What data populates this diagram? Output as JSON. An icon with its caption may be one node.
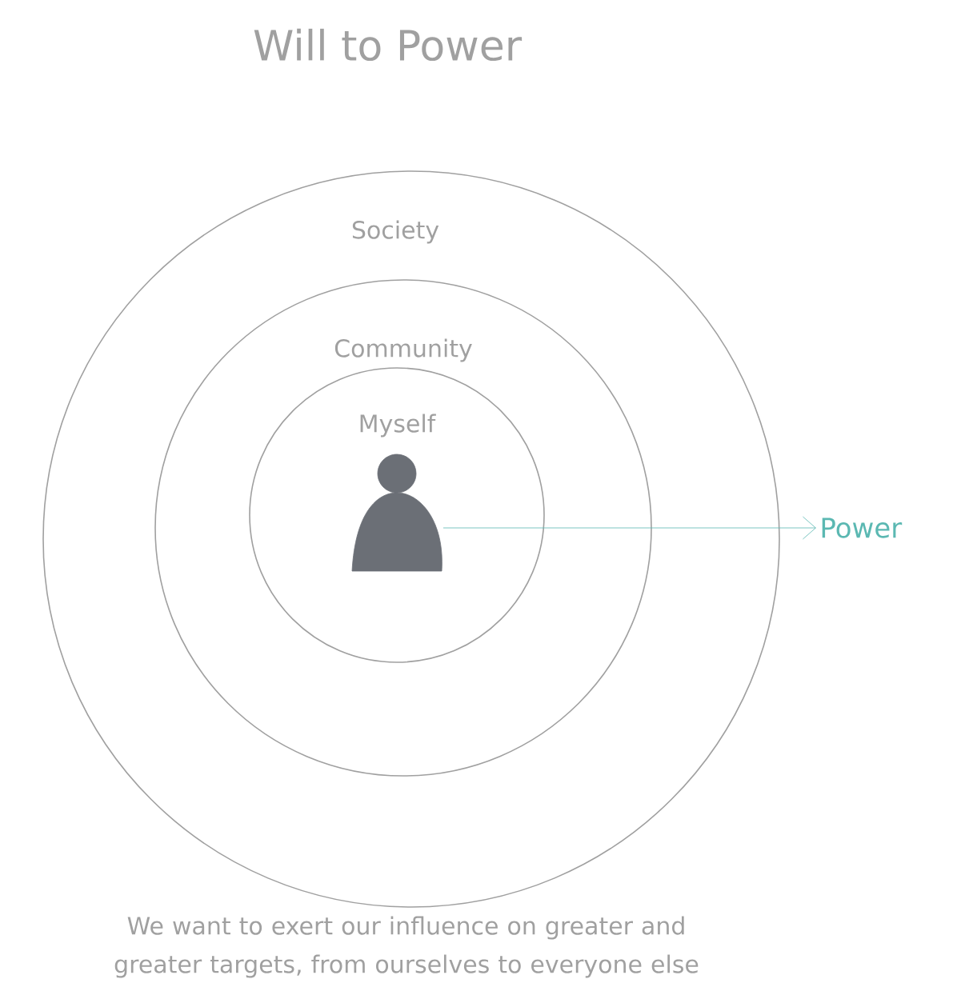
{
  "diagram": {
    "title": "Will to Power",
    "caption": "We want to exert our influence on greater and greater targets, from ourselves to everyone else",
    "nodes": [
      {
        "text": [
          "Society"
        ]
      },
      {
        "text": [
          "Community"
        ],
        "in": 0
      },
      {
        "text": [
          "Myself"
        ],
        "in": 1
      },
      {
        "text": [],
        "shape": "person",
        "in": 2
      },
      {
        "text": [
          "Power"
        ]
      }
    ],
    "edges": [
      {
        "from": 3,
        "to": 4,
        "arrow": "to",
        "color": "#5bb8b2"
      }
    ]
  }
}
